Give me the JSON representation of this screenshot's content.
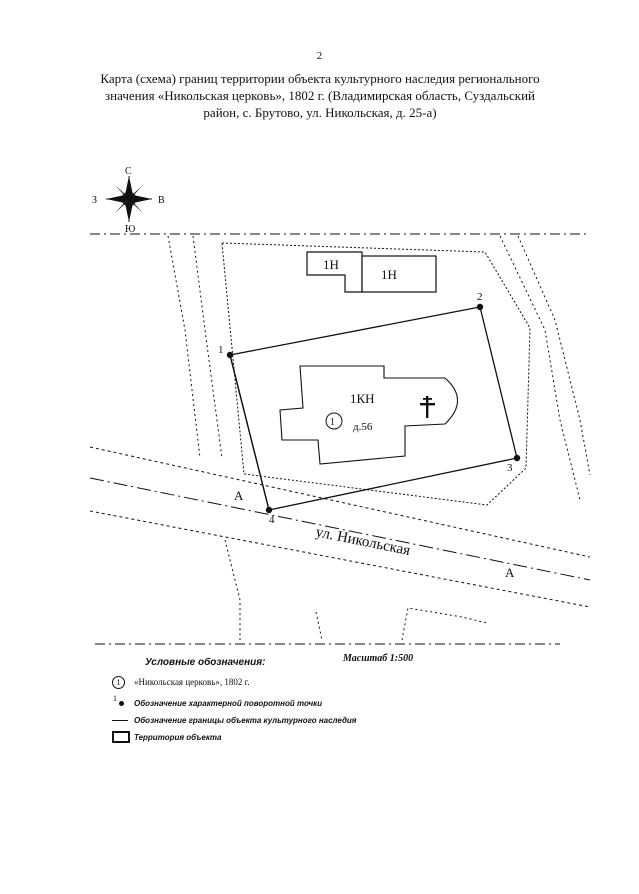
{
  "page_number": "2",
  "title": {
    "line1": "Карта (схема) границ территории объекта культурного наследия регионального",
    "line2": "значения «Никольская церковь», 1802 г. (Владимирская область, Суздальский",
    "line3": "район, с. Брутово, ул. Никольская,  д. 25-а)"
  },
  "compass": {
    "north": "С",
    "south": "Ю",
    "west": "З",
    "east": "В"
  },
  "map": {
    "buildings": [
      {
        "label": "1Н"
      },
      {
        "label": "1Н"
      }
    ],
    "church": {
      "label": "1КН",
      "marker_number": "1",
      "house_number": "д.56",
      "cross_icon": "orthodox-cross-icon"
    },
    "boundary_points": [
      "1",
      "2",
      "3",
      "4"
    ],
    "street_name": "ул. Никольская",
    "zone_labels": [
      "А",
      "А"
    ]
  },
  "scale": "Масштаб 1:500",
  "legend": {
    "title": "Условные обозначения:",
    "items": [
      {
        "symbol_text": "1",
        "text": "«Никольская церковь», 1802 г."
      },
      {
        "symbol_text": "1",
        "text": "Обозначение характерной поворотной точки"
      },
      {
        "text": "Обозначение границы объекта культурного наследия"
      },
      {
        "text": "Территория объекта"
      }
    ]
  }
}
